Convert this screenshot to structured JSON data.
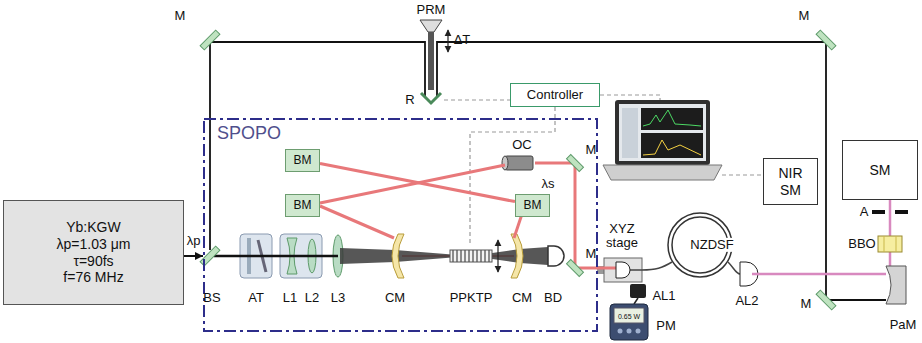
{
  "diagram": {
    "nodes": [
      {
        "text": [
          "Yb:KGW λp=1.03 μm τ=90fs f=76 MHz"
        ]
      },
      {
        "text": [
          "SPOPO"
        ]
      },
      {
        "text": [
          "BM"
        ],
        "in": 1
      },
      {
        "text": [
          "BM"
        ],
        "in": 1
      },
      {
        "text": [
          "BM"
        ],
        "in": 1
      },
      {
        "text": [
          "Controller"
        ]
      },
      {
        "text": [
          "NIR SM"
        ]
      },
      {
        "text": [
          "SM"
        ]
      }
    ],
    "edges": [
      {
        "from": 0,
        "to": 1,
        "arrow": "to",
        "label": "λp"
      },
      {
        "from": 2,
        "to": 4,
        "arrow": "none"
      }
    ],
    "labels": [
      "M",
      "PRM",
      "ΔT",
      "R",
      "M",
      "λs",
      "OC",
      "M",
      "M",
      "XYZ stage",
      "NZDSF",
      "AL1",
      "AL2",
      "PM",
      "0.65 W",
      "A",
      "BBO",
      "PaM",
      "M",
      "BS",
      "AT",
      "L1",
      "L2",
      "L3",
      "CM",
      "PPKTP",
      "CM",
      "BD"
    ]
  }
}
